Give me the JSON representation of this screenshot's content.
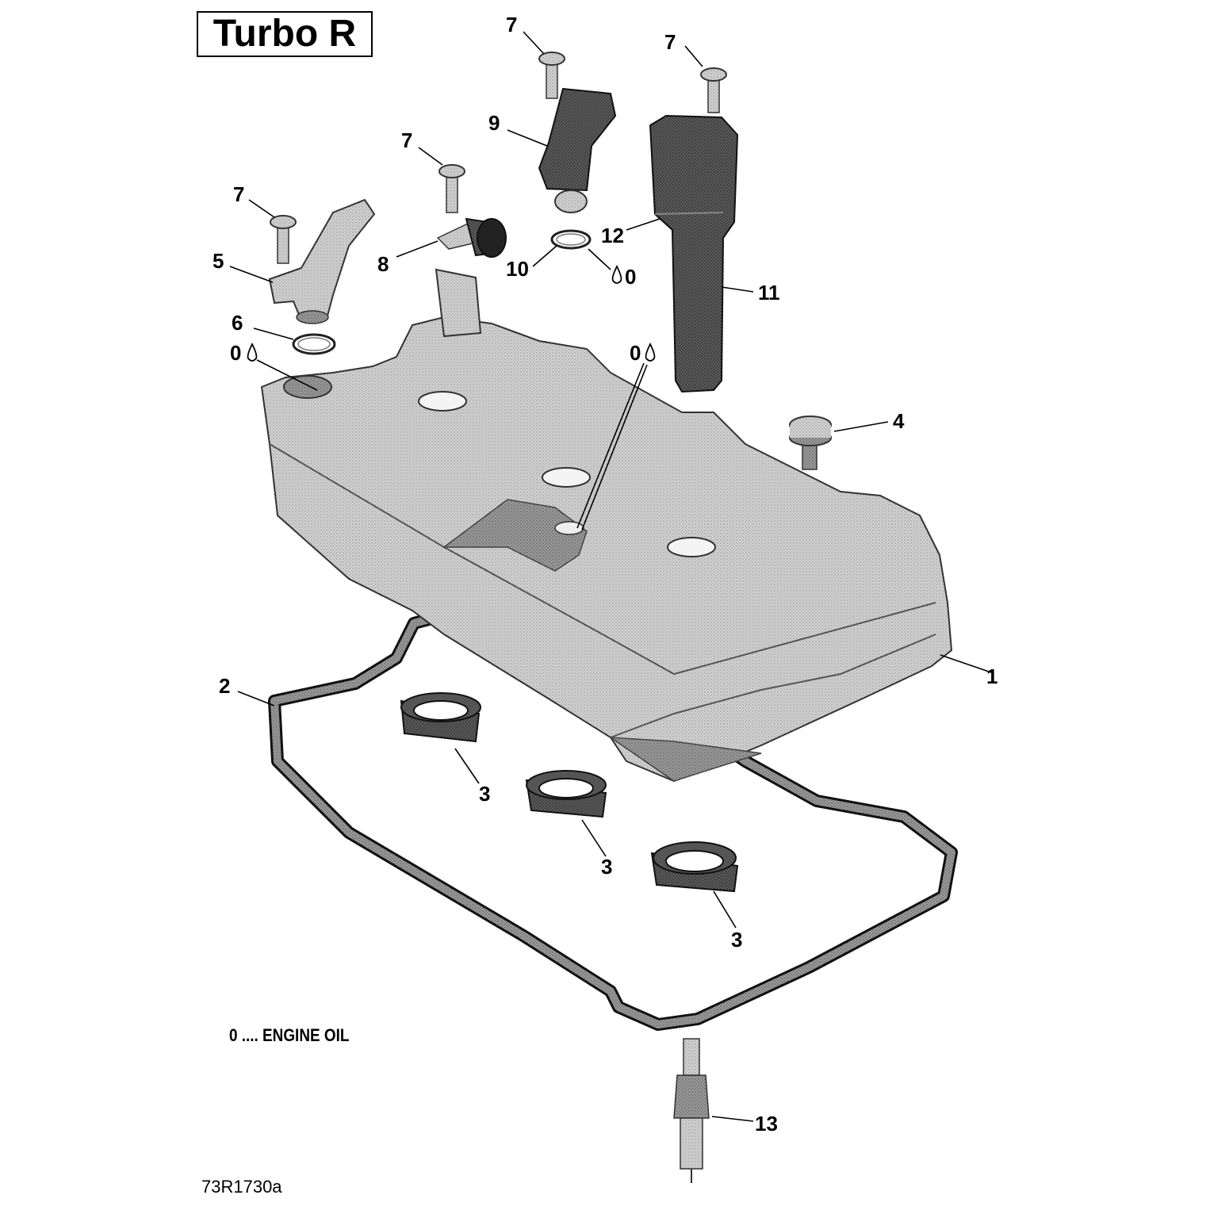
{
  "title": "Turbo R",
  "legend": "0 .... ENGINE OIL",
  "drawing_code": "73R1730a",
  "callouts": {
    "c1": "1",
    "c2": "2",
    "c3a": "3",
    "c3b": "3",
    "c3c": "3",
    "c4": "4",
    "c5": "5",
    "c6": "6",
    "c7a": "7",
    "c7b": "7",
    "c7c": "7",
    "c7d": "7",
    "c8": "8",
    "c9": "9",
    "c10": "10",
    "c11": "11",
    "c12": "12",
    "c13": "13",
    "oil_a": "0",
    "oil_b": "0",
    "oil_c": "0"
  },
  "icons": [
    "oil-drop-icon"
  ],
  "colors": {
    "ink": "#000000",
    "part_fill": "#c8c8c8",
    "part_dark": "#3a3a3a"
  }
}
